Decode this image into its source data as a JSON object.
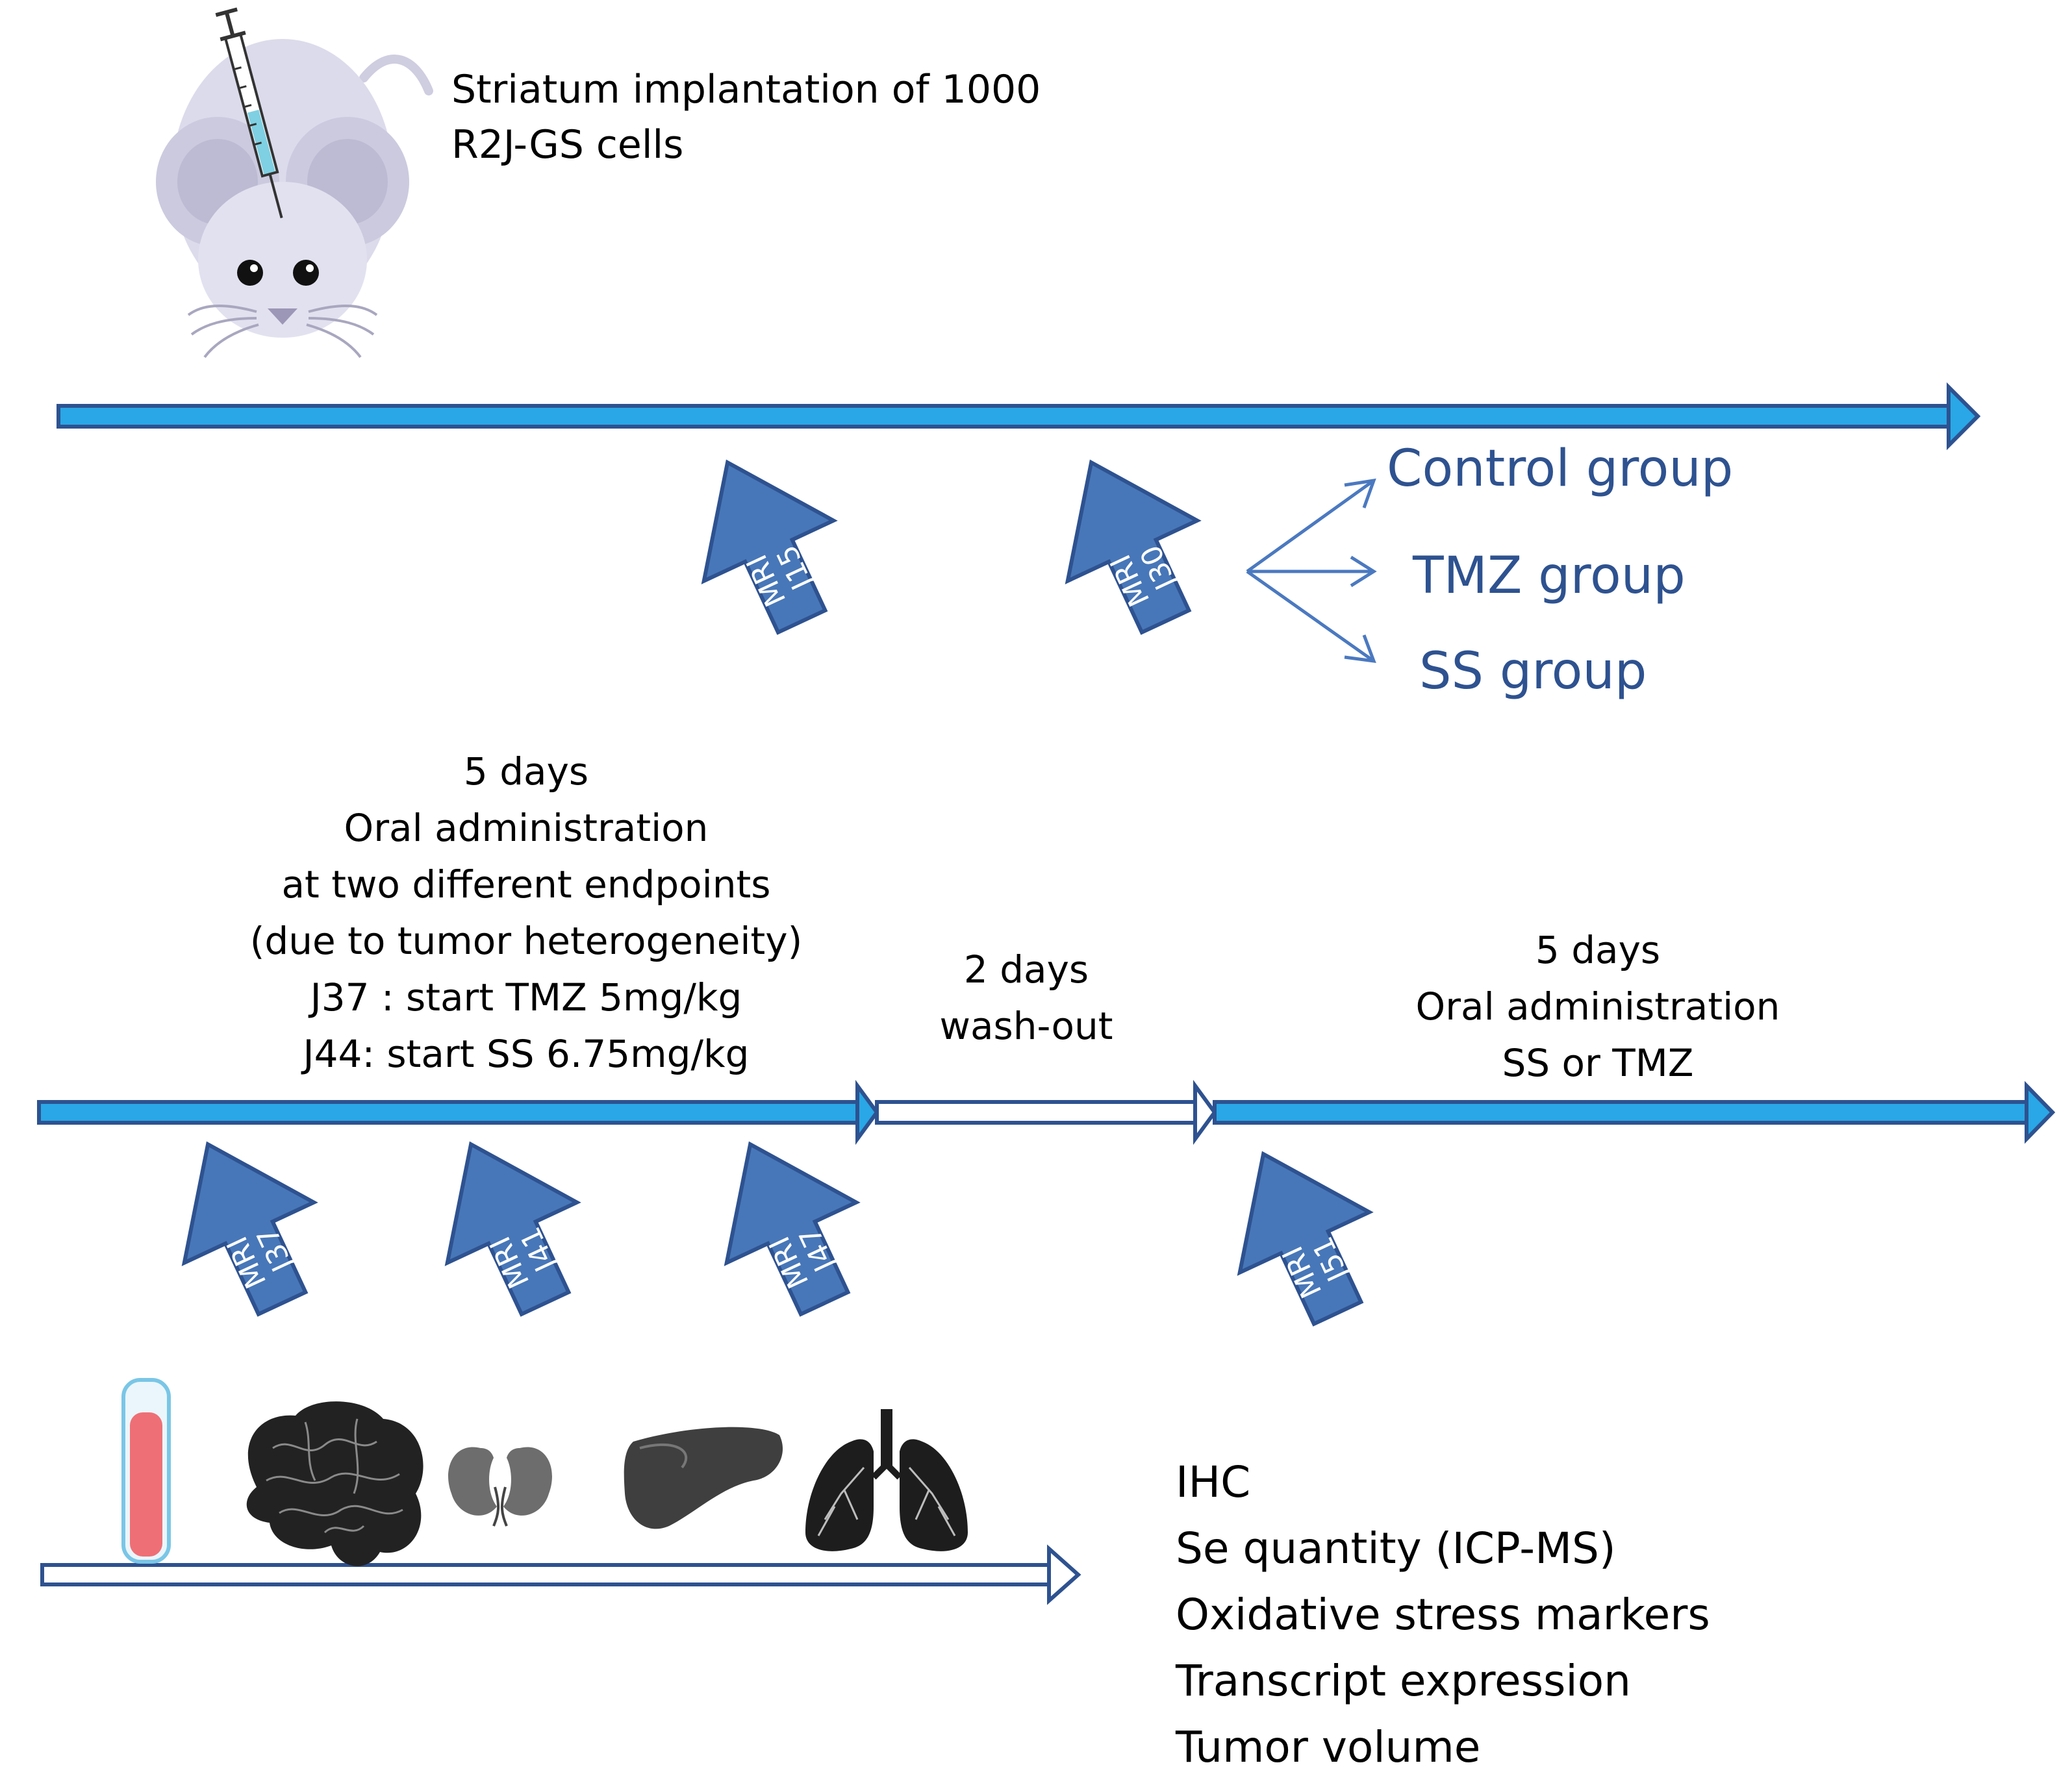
{
  "implantation": {
    "line1": "Striatum implantation of 1000",
    "line2": "R2J-GS cells"
  },
  "groups": [
    "Control group",
    "TMZ group",
    "SS group"
  ],
  "mri_markers": [
    {
      "label": "MRI",
      "day": "J15"
    },
    {
      "label": "MRI",
      "day": "J30"
    },
    {
      "label": "MRI",
      "day": "J37"
    },
    {
      "label": "MRI",
      "day": "J41"
    },
    {
      "label": "MRI",
      "day": "J47"
    },
    {
      "label": "MRI",
      "day": "J51"
    }
  ],
  "phase1": {
    "lines": [
      "5 days",
      "Oral administration",
      "at two different endpoints",
      "(due to tumor heterogeneity)",
      "J37 : start TMZ 5mg/kg",
      "J44: start SS 6.75mg/kg"
    ]
  },
  "washout": {
    "lines": [
      "2 days",
      "wash-out"
    ]
  },
  "phase2": {
    "lines": [
      "5 days",
      "Oral administration",
      "SS or TMZ"
    ]
  },
  "outcomes": [
    "IHC",
    "Se quantity (ICP-MS)",
    "Oxidative stress markers",
    "Transcript expression",
    "Tumor volume"
  ],
  "colors": {
    "timeline": "#29a7e6",
    "outline": "#2e5290",
    "mri_fill": "#4777b8",
    "group_text": "#2e5290"
  },
  "icons": [
    "mouse-syringe-icon",
    "blood-tube-icon",
    "brain-icon",
    "kidneys-icon",
    "liver-icon",
    "lungs-icon"
  ]
}
